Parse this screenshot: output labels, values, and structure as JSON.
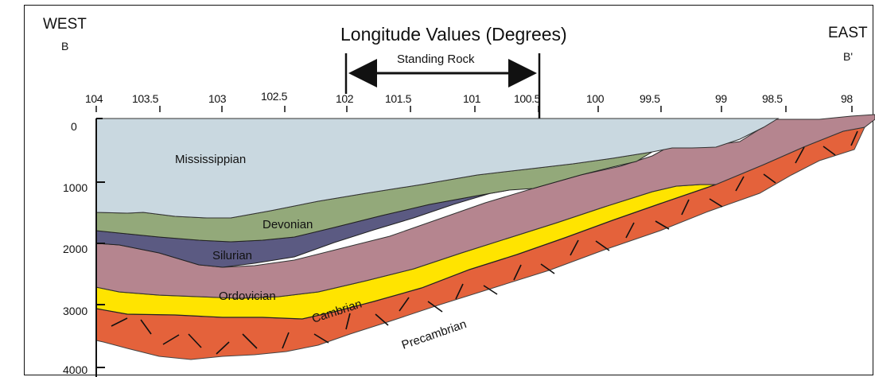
{
  "header": {
    "west": "WEST",
    "west_marker": "B",
    "east": "EAST",
    "east_marker": "B'",
    "axis_title": "Longitude Values (Degrees)",
    "bracket_label": "Standing Rock"
  },
  "longitude_ticks": [
    "104",
    "103.5",
    "103",
    "102.5",
    "102",
    "101.5",
    "101",
    "100.5",
    "100",
    "99.5",
    "99",
    "98.5",
    "98"
  ],
  "depth_ticks": [
    "0",
    "1000",
    "2000",
    "3000",
    "4000"
  ],
  "units": {
    "mississippian": "Mississippian",
    "devonian": "Devonian",
    "silurian": "Silurian",
    "ordovician": "Ordovician",
    "cambrian": "Cambrian",
    "precambrian": "Precambrian"
  },
  "colors": {
    "mississippian": "#c9d8e0",
    "devonian": "#93a97a",
    "silurian": "#5b5a82",
    "ordovician": "#b5858f",
    "cambrian": "#ffe400",
    "precambrian": "#e4623b"
  }
}
